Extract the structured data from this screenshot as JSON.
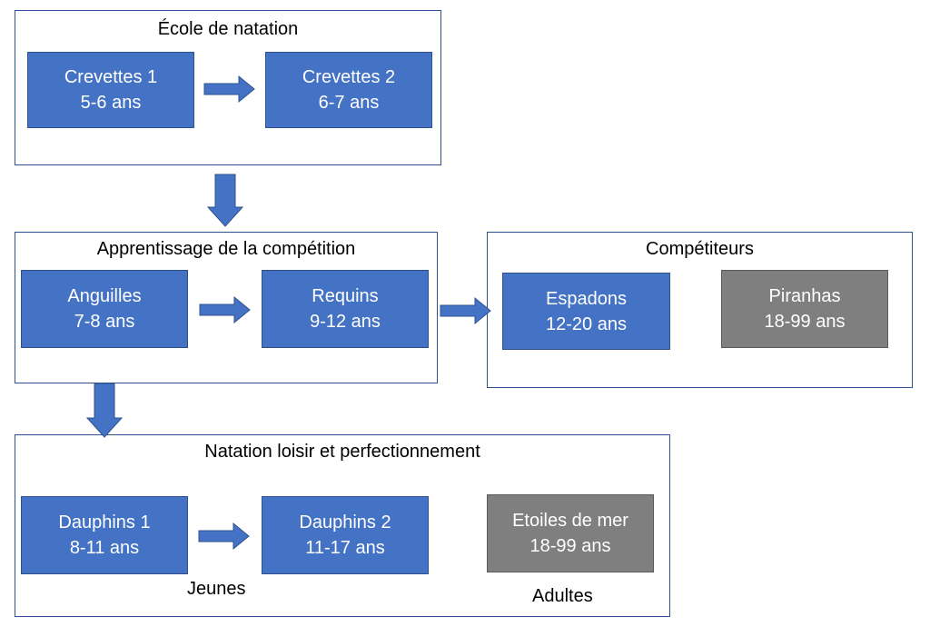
{
  "groups": {
    "ecole": {
      "title": "École de natation",
      "boxes": [
        {
          "name": "Crevettes 1",
          "ages": "5-6 ans"
        },
        {
          "name": "Crevettes 2",
          "ages": "6-7 ans"
        }
      ]
    },
    "apprentissage": {
      "title": "Apprentissage de la compétition",
      "boxes": [
        {
          "name": "Anguilles",
          "ages": "7-8 ans"
        },
        {
          "name": "Requins",
          "ages": "9-12 ans"
        }
      ]
    },
    "competiteurs": {
      "title": "Compétiteurs",
      "boxes": [
        {
          "name": "Espadons",
          "ages": "12-20 ans"
        },
        {
          "name": "Piranhas",
          "ages": "18-99 ans"
        }
      ]
    },
    "loisir": {
      "title": "Natation loisir et perfectionnement",
      "boxes": [
        {
          "name": "Dauphins 1",
          "ages": "8-11 ans"
        },
        {
          "name": "Dauphins 2",
          "ages": "11-17 ans"
        },
        {
          "name": "Etoiles de mer",
          "ages": "18-99 ans"
        }
      ],
      "captions": {
        "jeunes": "Jeunes",
        "adultes": "Adultes"
      }
    }
  },
  "colors": {
    "box_blue": "#4472c4",
    "box_gray": "#7f7f7f",
    "frame_border": "#2f4f8f",
    "arrow": "#4472c4"
  }
}
